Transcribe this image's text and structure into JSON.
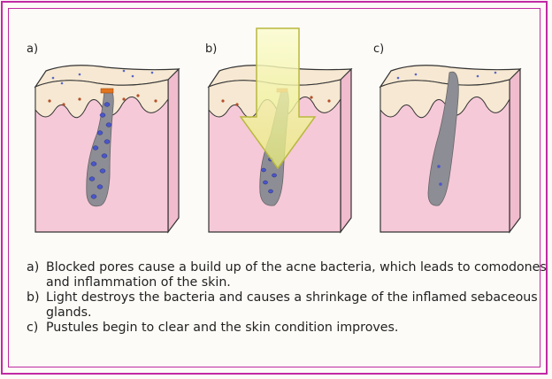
{
  "panels": [
    {
      "label": "a)"
    },
    {
      "label": "b)"
    },
    {
      "label": "c)"
    }
  ],
  "captions": [
    {
      "key": "a)",
      "text": "Blocked pores cause a build up of the acne bacteria, which leads to comodones and inflammation of the skin."
    },
    {
      "key": "b)",
      "text": "Light destroys the bacteria and causes a shrinkage of the inflamed sebaceous glands."
    },
    {
      "key": "c)",
      "text": "Pustules begin to clear and the skin condition improves."
    }
  ],
  "colors": {
    "frame": "#c02aa4",
    "epidermis": "#f6e8d2",
    "dermis": "#f6c9d8",
    "dermis_side": "#f1bccd",
    "follicle": "#8d8d95",
    "bacteria": "#4b56c9",
    "blockage": "#e2741f",
    "light_arrow": "#f2f39a"
  },
  "icons": [
    "skin-block",
    "light-arrow-icon"
  ]
}
